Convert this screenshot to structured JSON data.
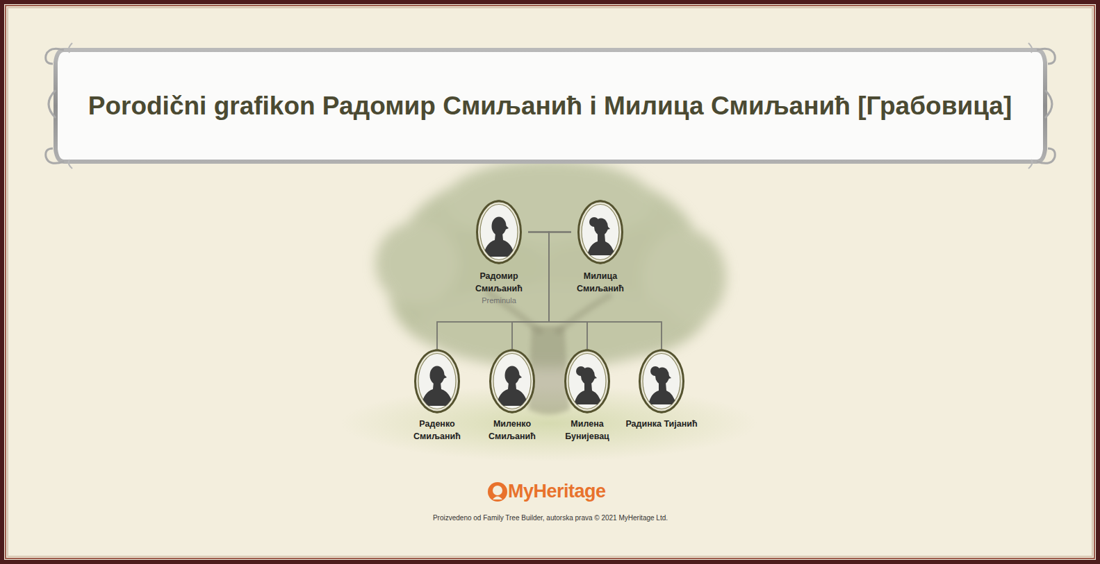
{
  "diagram": {
    "title": "Porodični grafikon Радомир Смиљанић i Милица Смиљанић [Грабовица]",
    "nodes": [
      {
        "text": [
          "Радомир Смиљанић",
          "Preminula"
        ]
      },
      {
        "text": [
          "Милица Смиљанић"
        ]
      },
      {
        "text": [
          "Раденко Смиљанић"
        ]
      },
      {
        "text": [
          "Миленко Смиљанић"
        ]
      },
      {
        "text": [
          "Милена Бунијевац"
        ]
      },
      {
        "text": [
          "Радинка Тијанић"
        ]
      }
    ],
    "edges": [
      {
        "from": 0,
        "to": 1,
        "arrow": "none"
      },
      {
        "from": 0,
        "to": 2,
        "arrow": "none"
      },
      {
        "from": 0,
        "to": 3,
        "arrow": "none"
      },
      {
        "from": 0,
        "to": 4,
        "arrow": "none"
      },
      {
        "from": 0,
        "to": 5,
        "arrow": "none"
      },
      {
        "from": 1,
        "to": 2,
        "arrow": "none"
      },
      {
        "from": 1,
        "to": 3,
        "arrow": "none"
      },
      {
        "from": 1,
        "to": 4,
        "arrow": "none"
      },
      {
        "from": 1,
        "to": 5,
        "arrow": "none"
      }
    ],
    "labels": [
      "MyHeritage",
      "Proizvedeno od Family Tree Builder, autorska prava © 2021 MyHeritage Ltd."
    ]
  }
}
